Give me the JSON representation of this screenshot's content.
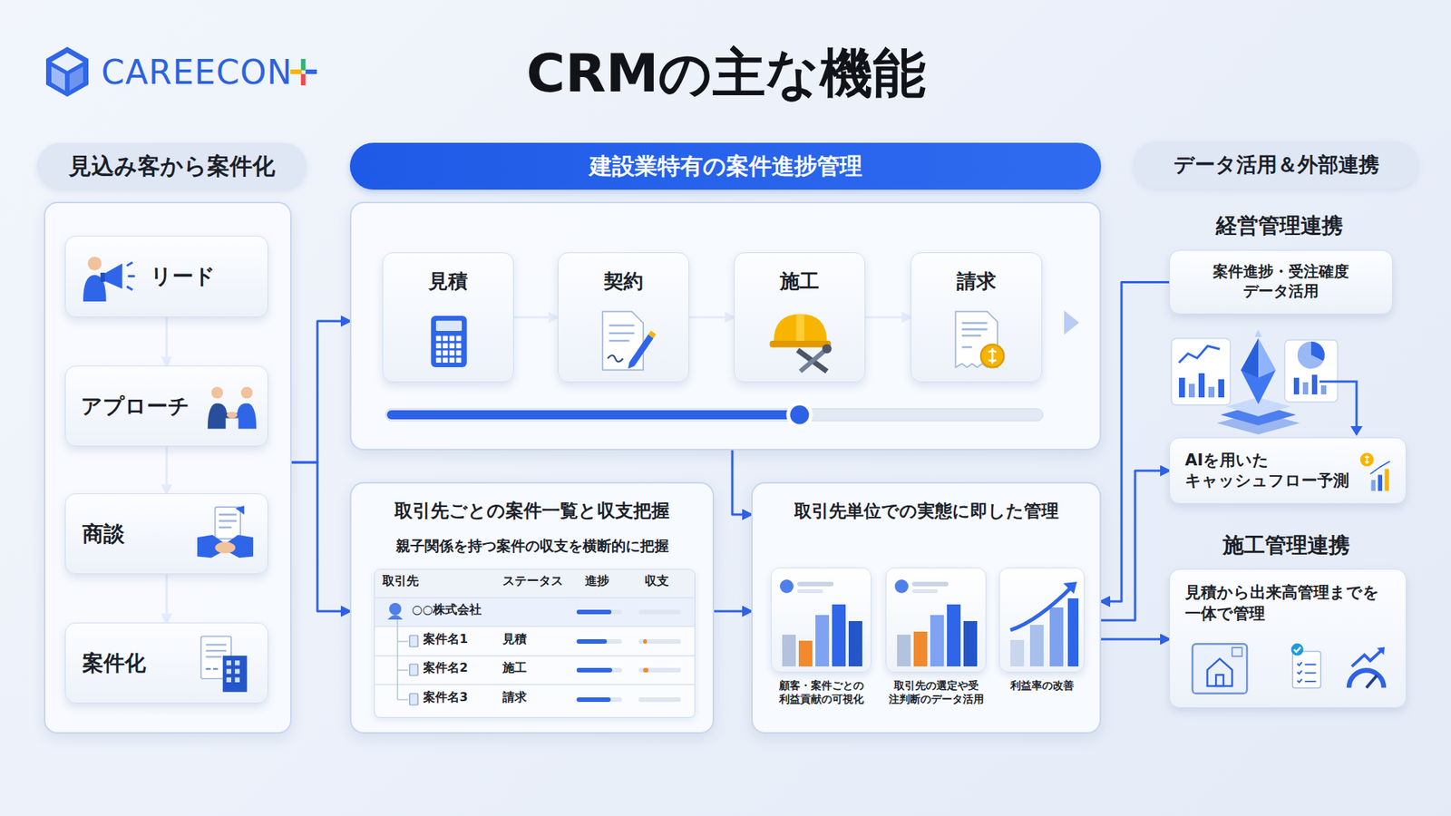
{
  "diagram": {
    "title": "CRMの主な機能",
    "nodes": [
      {
        "text": [
          "見込み客から案件化"
        ]
      },
      {
        "text": [
          "リード"
        ],
        "in": 0
      },
      {
        "text": [
          "アプローチ"
        ],
        "in": 0
      },
      {
        "text": [
          "商談"
        ],
        "in": 0
      },
      {
        "text": [
          "案件化"
        ],
        "in": 0
      },
      {
        "text": [
          "建設業特有の案件進捗管理"
        ]
      },
      {
        "text": [
          "見積"
        ],
        "in": 5
      },
      {
        "text": [
          "契約"
        ],
        "in": 5
      },
      {
        "text": [
          "施工"
        ],
        "in": 5
      },
      {
        "text": [
          "請求"
        ],
        "in": 5
      },
      {
        "text": [
          "取引先ごとの案件一覧と収支把握",
          "親子関係を持つ案件の収支を横断的に把握"
        ]
      },
      {
        "text": [
          "取引先単位での実態に即した管理"
        ]
      },
      {
        "text": [
          "顧客・案件ごとの 利益貢献の可視化"
        ],
        "in": 11
      },
      {
        "text": [
          "取引先の選定や受 注判断のデータ活用"
        ],
        "in": 11
      },
      {
        "text": [
          "利益率の改善"
        ],
        "in": 11
      },
      {
        "text": [
          "データ活用＆外部連携"
        ]
      },
      {
        "text": [
          "案件進捗・受注確度 データ活用"
        ]
      },
      {
        "text": [
          "AIを用いた キャッシュフロー予測"
        ]
      },
      {
        "text": [
          "見積から出来高管理までを 一体で管理"
        ]
      }
    ],
    "edges": [
      {
        "from": 1,
        "to": 2,
        "arrow": "to"
      },
      {
        "from": 2,
        "to": 3,
        "arrow": "to"
      },
      {
        "from": 3,
        "to": 4,
        "arrow": "to"
      },
      {
        "from": 0,
        "to": 5,
        "arrow": "to"
      },
      {
        "from": 0,
        "to": 10,
        "arrow": "to"
      },
      {
        "from": 6,
        "to": 7,
        "arrow": "to"
      },
      {
        "from": 7,
        "to": 8,
        "arrow": "to"
      },
      {
        "from": 8,
        "to": 9,
        "arrow": "to"
      },
      {
        "from": 5,
        "to": 11,
        "arrow": "to"
      },
      {
        "from": 10,
        "to": 11,
        "arrow": "to"
      },
      {
        "from": 16,
        "to": 11,
        "arrow": "to"
      },
      {
        "from": 11,
        "to": 17,
        "arrow": "to"
      },
      {
        "from": 11,
        "to": 18,
        "arrow": "to"
      }
    ],
    "labels": [
      "CAREECON",
      "経営管理連携",
      "施工管理連携",
      "取引先",
      "ステータス",
      "進捗",
      "収支",
      "○○株式会社",
      "案件名1",
      "見積",
      "案件名2",
      "施工",
      "案件名3",
      "請求"
    ]
  }
}
